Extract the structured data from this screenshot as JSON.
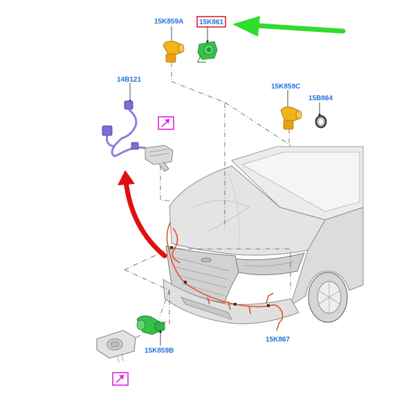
{
  "labels": {
    "sensor_top_left": "15K859A",
    "bracket_highlighted": "15K861",
    "harness_adapter": "14B121",
    "sensor_top_right": "15K859C",
    "retainer_ring": "15B864",
    "main_harness": "15K867",
    "sensor_bottom": "15K859B"
  },
  "colors": {
    "label_blue": "#1a73d9",
    "highlight_box": "#e0202a",
    "green_arrow": "#2fdc2f",
    "red_arrow": "#e01010",
    "magenta_icon": "#e020e0",
    "sensor_yellow": "#f2b21c",
    "bracket_green": "#35c24a",
    "harness_purple": "#7a6fd6",
    "harness_wire_orange": "#e0502a"
  }
}
